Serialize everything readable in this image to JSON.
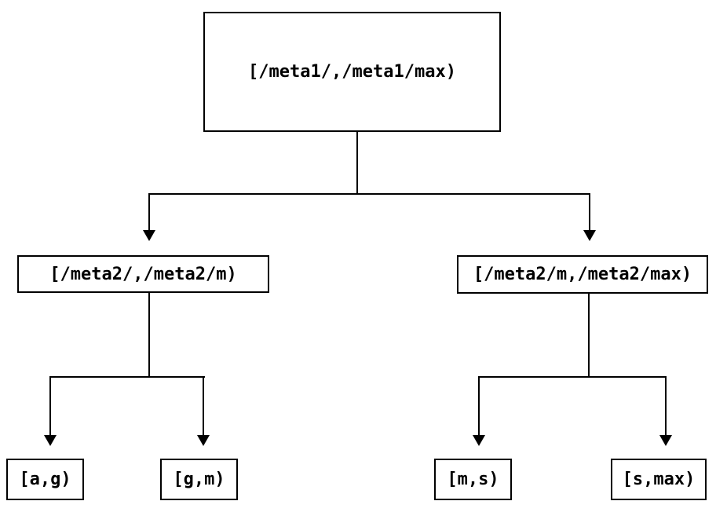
{
  "diagram": {
    "type": "tree",
    "colors": {
      "background": "#ffffff",
      "line": "#000000",
      "text": "#000000"
    },
    "nodes": {
      "root": {
        "label": "[/meta1/,/meta1/max)"
      },
      "level2_left": {
        "label": "[/meta2/,/meta2/m)"
      },
      "level2_right": {
        "label": "[/meta2/m,/meta2/max)"
      },
      "leaf_a_g": {
        "label": "[a,g)"
      },
      "leaf_g_m": {
        "label": "[g,m)"
      },
      "leaf_m_s": {
        "label": "[m,s)"
      },
      "leaf_s_max": {
        "label": "[s,max)"
      }
    },
    "edges": [
      {
        "from": "root",
        "to": "level2_left"
      },
      {
        "from": "root",
        "to": "level2_right"
      },
      {
        "from": "level2_left",
        "to": "leaf_a_g"
      },
      {
        "from": "level2_left",
        "to": "leaf_g_m"
      },
      {
        "from": "level2_right",
        "to": "leaf_m_s"
      },
      {
        "from": "level2_right",
        "to": "leaf_s_max"
      }
    ]
  }
}
